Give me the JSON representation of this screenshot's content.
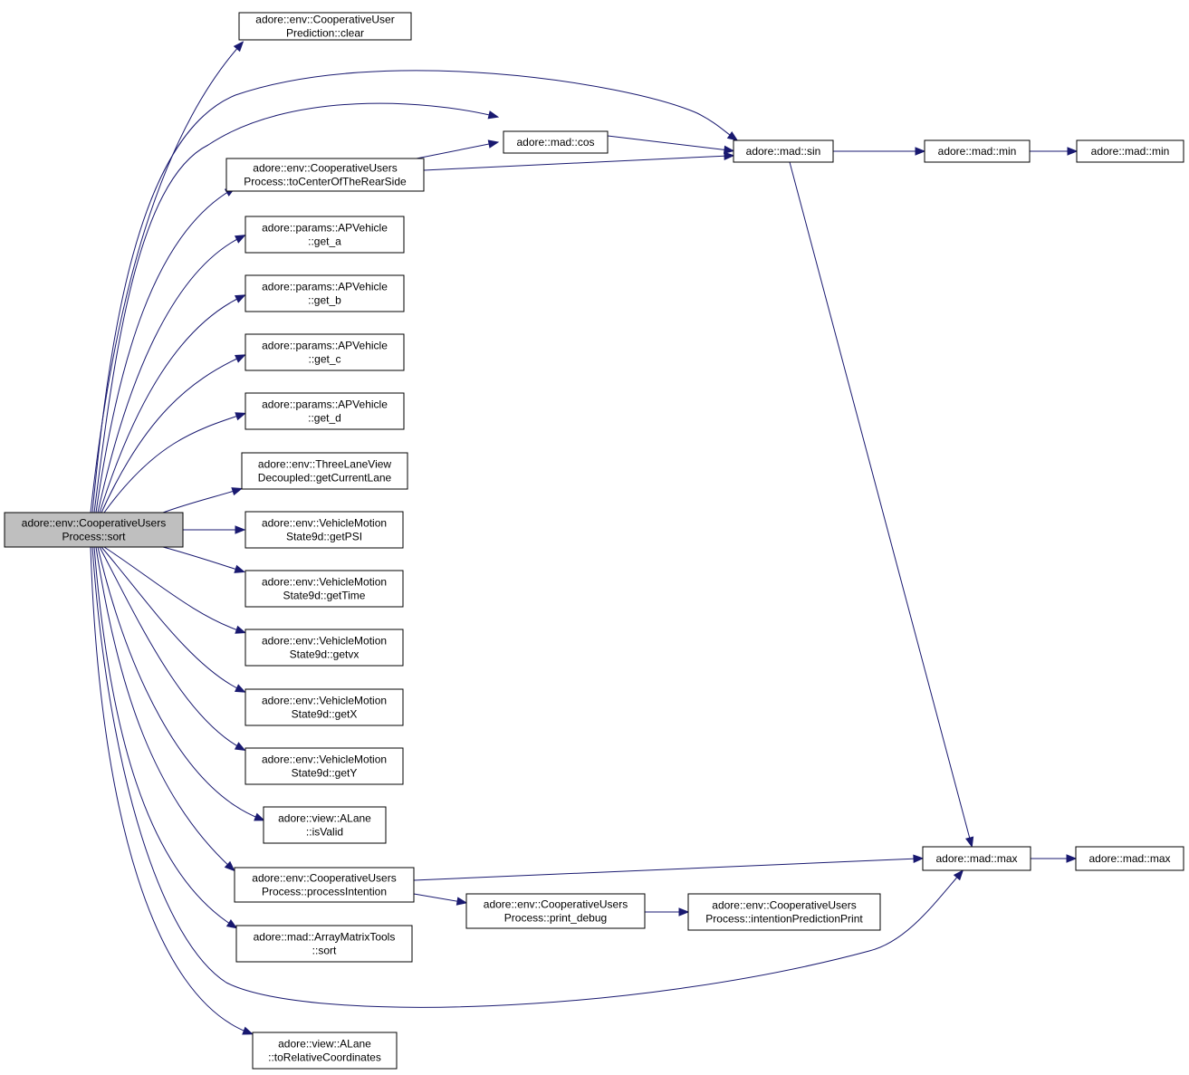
{
  "graph": {
    "type": "call-graph",
    "colors": {
      "edge": "#191970",
      "root_fill": "#bfbfbf",
      "node_fill": "#ffffff",
      "node_border": "#000000"
    },
    "nodes": [
      {
        "id": "root",
        "lines": [
          "adore::env::CooperativeUsers",
          "Process::sort"
        ],
        "root": true
      },
      {
        "id": "clear",
        "lines": [
          "adore::env::CooperativeUser",
          "Prediction::clear"
        ]
      },
      {
        "id": "cos",
        "lines": [
          "adore::mad::cos"
        ]
      },
      {
        "id": "sin",
        "lines": [
          "adore::mad::sin"
        ]
      },
      {
        "id": "min1",
        "lines": [
          "adore::mad::min"
        ]
      },
      {
        "id": "min2",
        "lines": [
          "adore::mad::min"
        ]
      },
      {
        "id": "toCenter",
        "lines": [
          "adore::env::CooperativeUsers",
          "Process::toCenterOfTheRearSide"
        ]
      },
      {
        "id": "get_a",
        "lines": [
          "adore::params::APVehicle",
          "::get_a"
        ]
      },
      {
        "id": "get_b",
        "lines": [
          "adore::params::APVehicle",
          "::get_b"
        ]
      },
      {
        "id": "get_c",
        "lines": [
          "adore::params::APVehicle",
          "::get_c"
        ]
      },
      {
        "id": "get_d",
        "lines": [
          "adore::params::APVehicle",
          "::get_d"
        ]
      },
      {
        "id": "getCurrentLane",
        "lines": [
          "adore::env::ThreeLaneView",
          "Decoupled::getCurrentLane"
        ]
      },
      {
        "id": "getPSI",
        "lines": [
          "adore::env::VehicleMotion",
          "State9d::getPSI"
        ]
      },
      {
        "id": "getTime",
        "lines": [
          "adore::env::VehicleMotion",
          "State9d::getTime"
        ]
      },
      {
        "id": "getvx",
        "lines": [
          "adore::env::VehicleMotion",
          "State9d::getvx"
        ]
      },
      {
        "id": "getX",
        "lines": [
          "adore::env::VehicleMotion",
          "State9d::getX"
        ]
      },
      {
        "id": "getY",
        "lines": [
          "adore::env::VehicleMotion",
          "State9d::getY"
        ]
      },
      {
        "id": "isValid",
        "lines": [
          "adore::view::ALane",
          "::isValid"
        ]
      },
      {
        "id": "processIntention",
        "lines": [
          "adore::env::CooperativeUsers",
          "Process::processIntention"
        ]
      },
      {
        "id": "max1",
        "lines": [
          "adore::mad::max"
        ]
      },
      {
        "id": "max2",
        "lines": [
          "adore::mad::max"
        ]
      },
      {
        "id": "print_debug",
        "lines": [
          "adore::env::CooperativeUsers",
          "Process::print_debug"
        ]
      },
      {
        "id": "intentionPrint",
        "lines": [
          "adore::env::CooperativeUsers",
          "Process::intentionPredictionPrint"
        ]
      },
      {
        "id": "amtSort",
        "lines": [
          "adore::mad::ArrayMatrixTools",
          "::sort"
        ]
      },
      {
        "id": "toRelative",
        "lines": [
          "adore::view::ALane",
          "::toRelativeCoordinates"
        ]
      }
    ],
    "edges": [
      [
        "root",
        "clear"
      ],
      [
        "root",
        "sin"
      ],
      [
        "root",
        "cos"
      ],
      [
        "root",
        "toCenter"
      ],
      [
        "root",
        "get_a"
      ],
      [
        "root",
        "get_b"
      ],
      [
        "root",
        "get_c"
      ],
      [
        "root",
        "get_d"
      ],
      [
        "root",
        "getCurrentLane"
      ],
      [
        "root",
        "getPSI"
      ],
      [
        "root",
        "getTime"
      ],
      [
        "root",
        "getvx"
      ],
      [
        "root",
        "getX"
      ],
      [
        "root",
        "getY"
      ],
      [
        "root",
        "isValid"
      ],
      [
        "root",
        "processIntention"
      ],
      [
        "root",
        "amtSort"
      ],
      [
        "root",
        "max1"
      ],
      [
        "root",
        "toRelative"
      ],
      [
        "toCenter",
        "cos"
      ],
      [
        "toCenter",
        "sin"
      ],
      [
        "cos",
        "sin"
      ],
      [
        "sin",
        "min1"
      ],
      [
        "min1",
        "min2"
      ],
      [
        "sin",
        "max1"
      ],
      [
        "processIntention",
        "max1"
      ],
      [
        "max1",
        "max2"
      ],
      [
        "processIntention",
        "print_debug"
      ],
      [
        "print_debug",
        "intentionPrint"
      ]
    ]
  }
}
